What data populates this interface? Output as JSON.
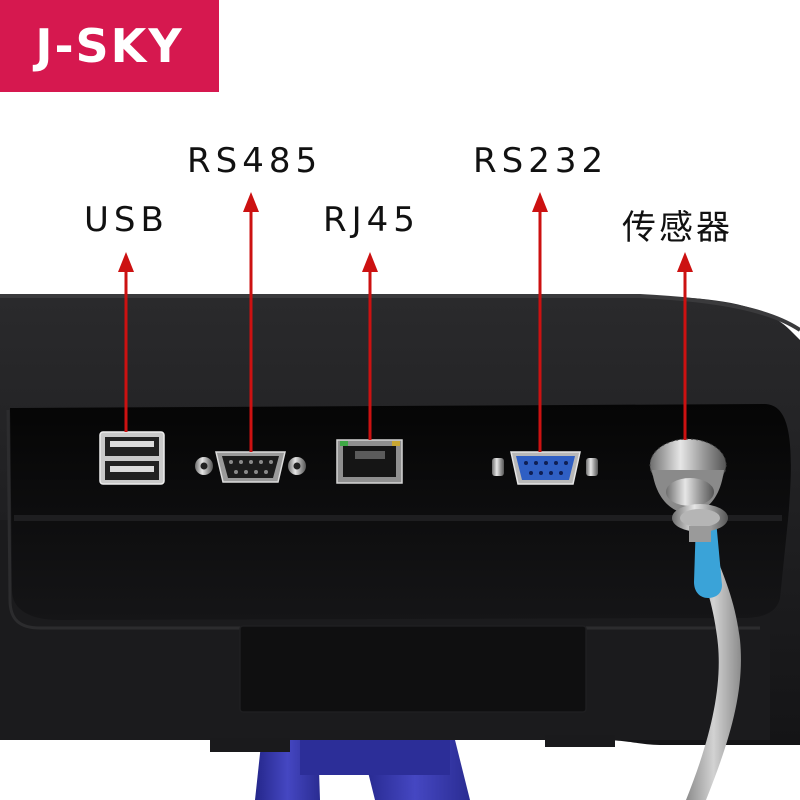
{
  "brand": {
    "name": "J-SKY",
    "background": "#d6184f"
  },
  "port_labels": {
    "usb": "USB",
    "rs485": "RS485",
    "rj45": "RJ45",
    "rs232": "RS232",
    "sensor": "传感器"
  },
  "colors": {
    "arrow": "#cc1111",
    "housing": "#1c1c1e",
    "db9_blue": "#2f5fc4",
    "stand_blue": "#3d3fae",
    "cable": "#a8a8a8",
    "cable_sleeve": "#3aa3d8"
  },
  "icons": [
    "usb-port-icon",
    "serial-port-icon",
    "ethernet-port-icon",
    "aviation-connector-icon"
  ]
}
